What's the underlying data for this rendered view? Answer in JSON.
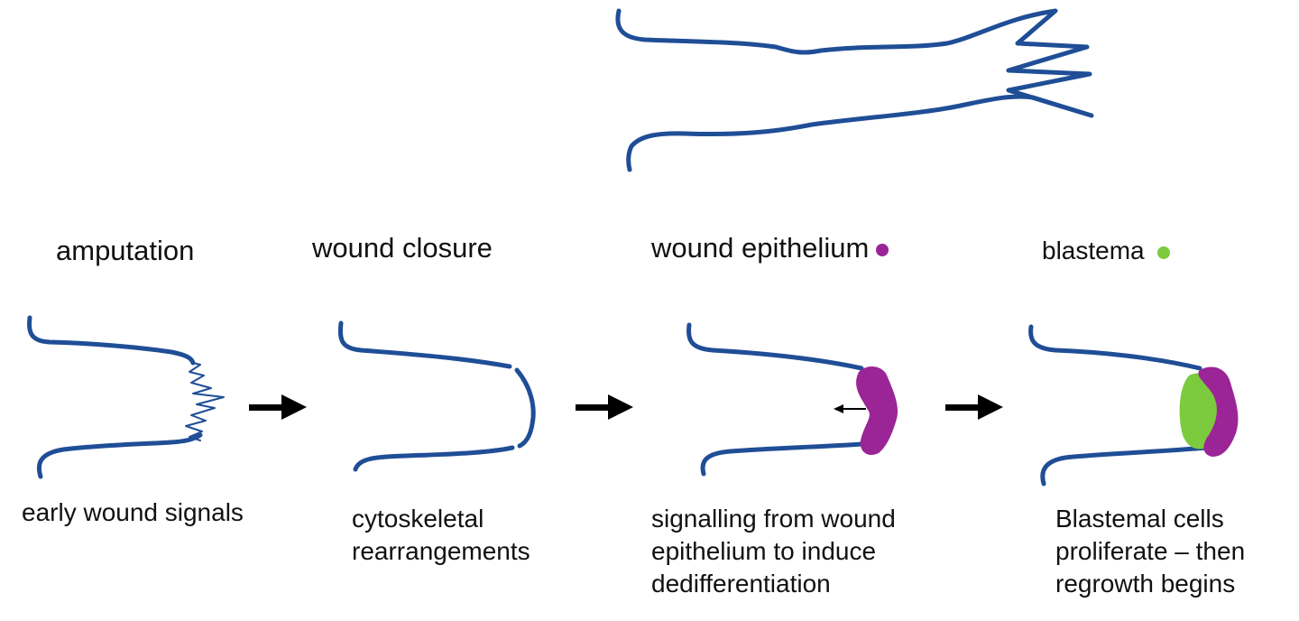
{
  "colors": {
    "limb_outline": "#1f4e96",
    "wound_edge": "#1f4e96",
    "wound_epithelium": "#9b2496",
    "blastema": "#7ccb3e",
    "arrow": "#000000"
  },
  "stages": [
    {
      "title": "amputation",
      "caption": "early wound signals"
    },
    {
      "title": "wound closure",
      "caption": "cytoskeletal\nrearrangements"
    },
    {
      "title": "wound epithelium",
      "legend_dot_color": "#9b2496",
      "caption": "signalling from wound\nepithelium to induce\ndedifferentiation"
    },
    {
      "title": "blastema",
      "legend_dot_color": "#7ccb3e",
      "caption": "Blastemal cells\nproliferate – then\nregrowth begins"
    }
  ],
  "icons": [
    "limb-icon",
    "amputated-stump-icon",
    "closed-stump-icon",
    "epithelium-stump-icon",
    "blastema-stump-icon",
    "arrow-icon"
  ]
}
